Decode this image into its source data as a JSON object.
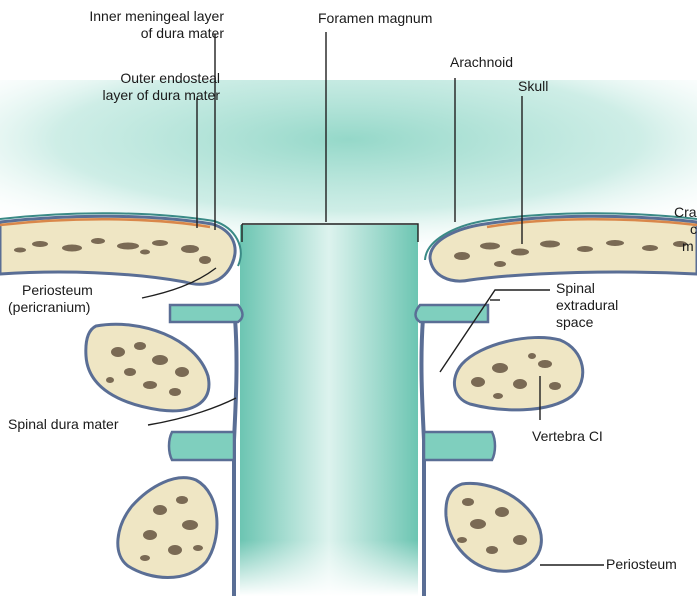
{
  "labels": {
    "inner_meningeal": [
      "Inner meningeal layer",
      "of dura mater"
    ],
    "outer_endosteal": [
      "Outer endosteal",
      "layer of dura mater"
    ],
    "foramen_magnum": "Foramen magnum",
    "arachnoid": "Arachnoid",
    "skull": "Skull",
    "cranial_cut": [
      "Cra",
      "c",
      "m"
    ],
    "periosteum_pericranium": [
      "Periosteum",
      "(pericranium)"
    ],
    "spinal_extradural_space": [
      "Spinal",
      "extradural",
      "space"
    ],
    "spinal_dura_mater": "Spinal dura mater",
    "vertebra_ci": "Vertebra CI",
    "periosteum": "Periosteum"
  },
  "colors": {
    "csf_teal": "#7fcfbe",
    "dura_blue": "#5a6e95",
    "arachnoid_teal": "#3a8a86",
    "bone_fill": "#efe6c4",
    "bone_spongy": "#7a6a54",
    "endosteal_orange": "#d9874a",
    "leader_line": "#1f1f1f"
  }
}
